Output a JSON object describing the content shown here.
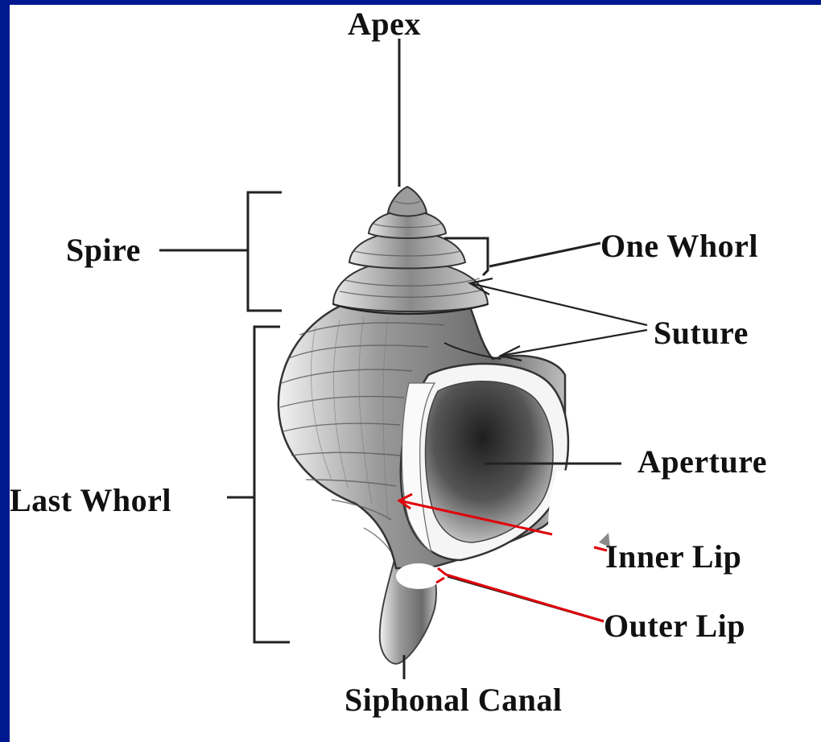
{
  "labels": {
    "apex": "Apex",
    "spire": "Spire",
    "one_whorl": "One Whorl",
    "suture": "Suture",
    "aperture": "Aperture",
    "last_whorl": "Last Whorl",
    "inner_lip": "Inner Lip",
    "outer_lip": "Outer Lip",
    "siphonal_canal": "Siphonal Canal"
  },
  "colors": {
    "frame": "#00188f",
    "background": "#ffffff",
    "leader_line": "#222222",
    "added_arrow": "#e0000a"
  }
}
